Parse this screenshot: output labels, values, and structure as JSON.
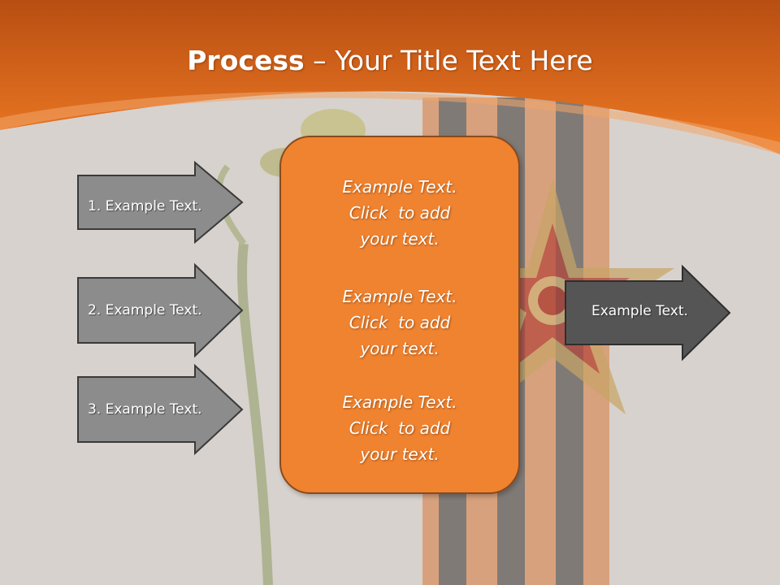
{
  "title": {
    "bold": "Process",
    "rest": " – Your Title Text Here"
  },
  "inputs": [
    {
      "label": "1. Example Text."
    },
    {
      "label": "2. Example Text."
    },
    {
      "label": "3. Example Text."
    }
  ],
  "center_box": {
    "blocks": [
      {
        "lines": [
          "Example Text.",
          "Click  to add",
          "your text."
        ]
      },
      {
        "lines": [
          "Example Text.",
          "Click  to add",
          "your text."
        ]
      },
      {
        "lines": [
          "Example Text.",
          "Click  to add",
          "your text."
        ]
      }
    ]
  },
  "output": {
    "label": "Example Text."
  },
  "colors": {
    "header_orange": "#e8731f",
    "box_orange": "#f08330",
    "input_arrow_gray": "#8c8c8c",
    "output_arrow_gray": "#555555"
  }
}
